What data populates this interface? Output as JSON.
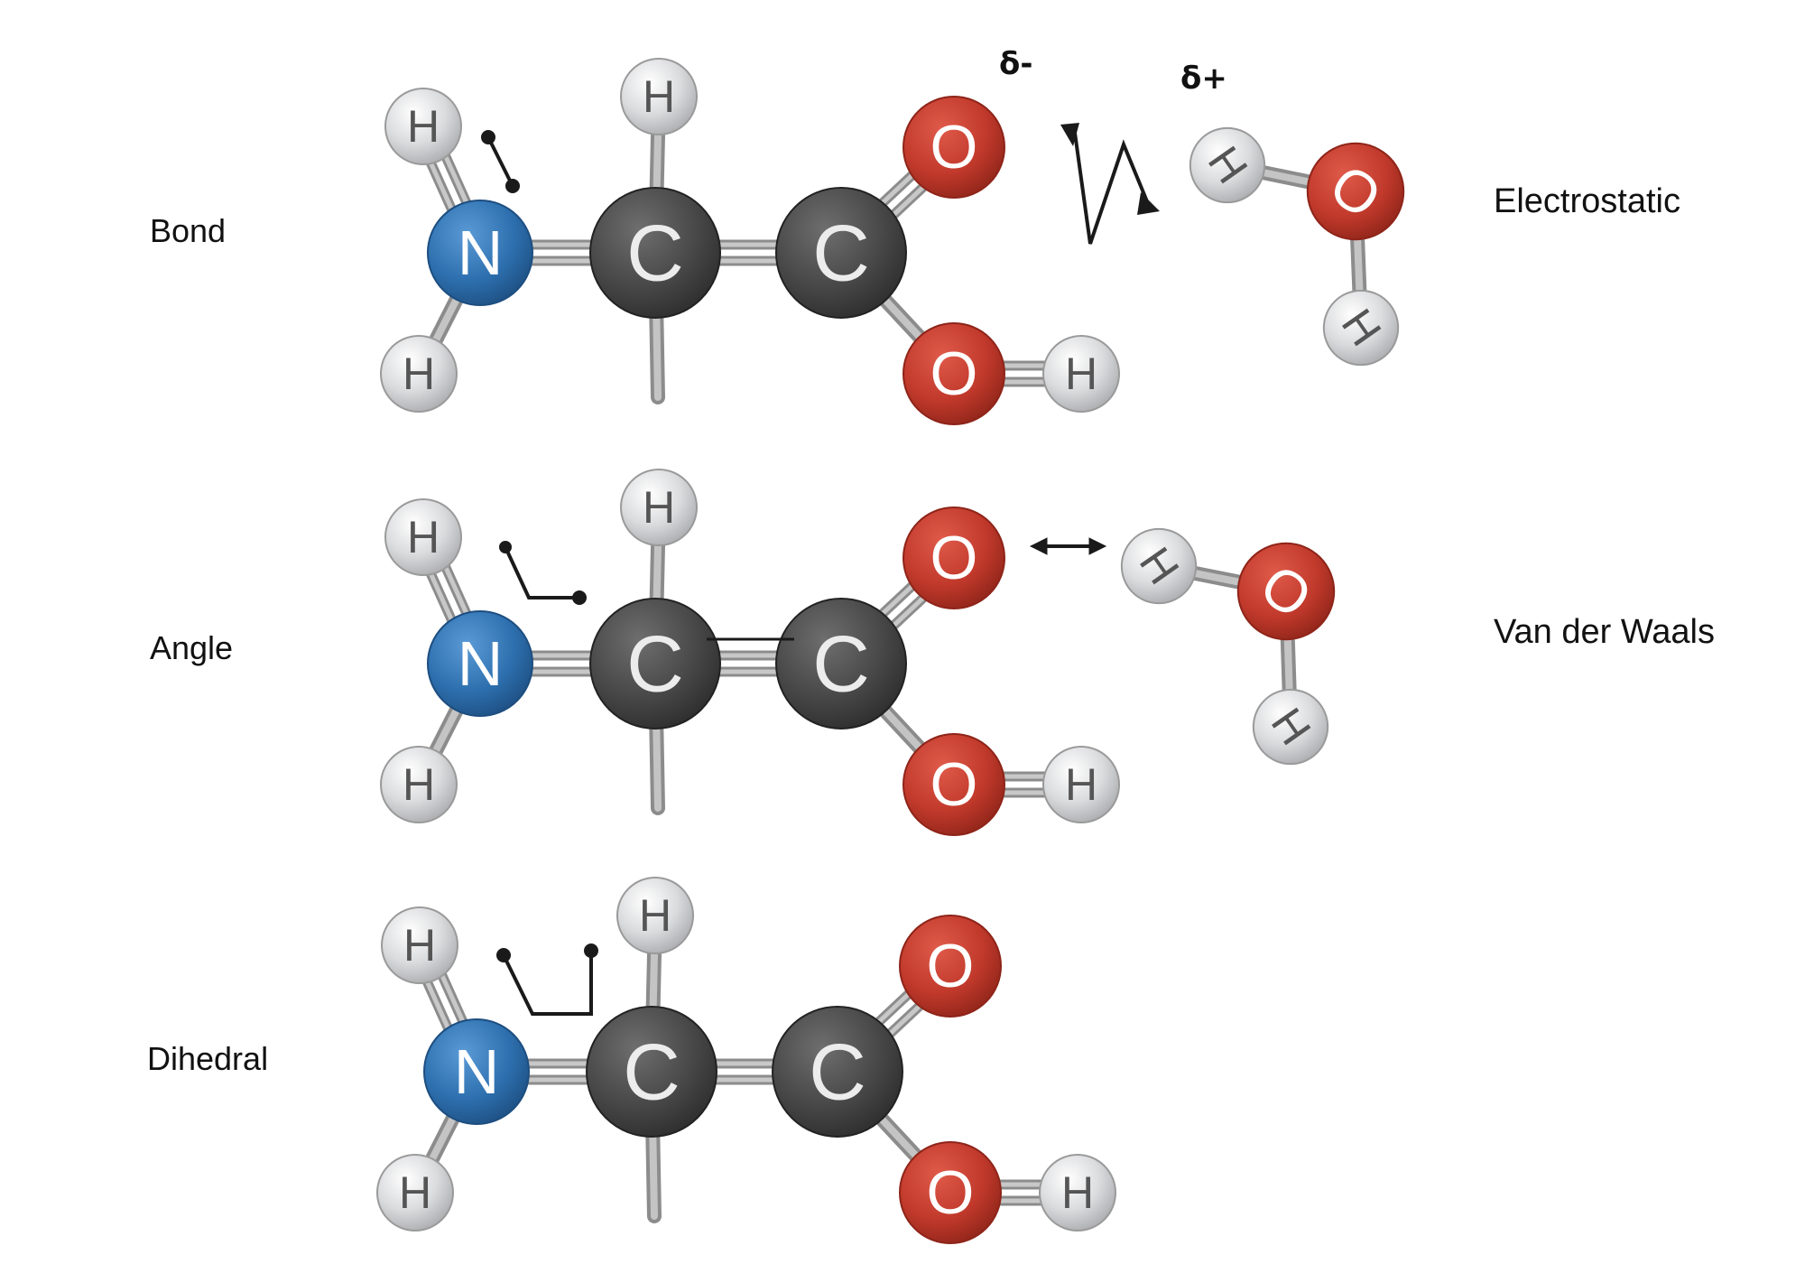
{
  "labels": {
    "bond": "Bond",
    "angle": "Angle",
    "dihedral": "Dihedral",
    "electrostatic": "Electrostatic",
    "van_der_waals": "Van der Waals"
  },
  "charges": {
    "negative": "δ-",
    "positive": "δ+"
  },
  "atoms": {
    "H": "H",
    "N": "N",
    "C": "C",
    "O": "O"
  },
  "colors": {
    "hydrogen": "#d8d9db",
    "nitrogen": "#2d6fae",
    "carbon": "#4a4a4a",
    "oxygen": "#c0392b",
    "bond": "#a9a9a9",
    "line": "#1a1a1a"
  }
}
